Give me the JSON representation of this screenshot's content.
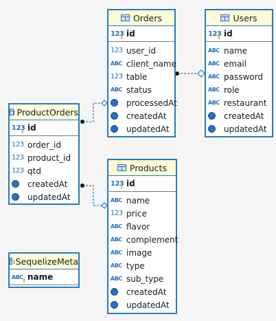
{
  "entities": {
    "orders": {
      "name": "Orders",
      "pk": {
        "name": "id",
        "type": "key"
      },
      "fields": [
        {
          "name": "user_id",
          "type": "number"
        },
        {
          "name": "client_name",
          "type": "string"
        },
        {
          "name": "table",
          "type": "number"
        },
        {
          "name": "status",
          "type": "string"
        },
        {
          "name": "processedAt",
          "type": "date"
        },
        {
          "name": "createdAt",
          "type": "date"
        },
        {
          "name": "updatedAt",
          "type": "date"
        }
      ]
    },
    "users": {
      "name": "Users",
      "pk": {
        "name": "id",
        "type": "key"
      },
      "fields": [
        {
          "name": "name",
          "type": "string"
        },
        {
          "name": "email",
          "type": "string"
        },
        {
          "name": "password",
          "type": "string"
        },
        {
          "name": "role",
          "type": "string"
        },
        {
          "name": "restaurant",
          "type": "string"
        },
        {
          "name": "createdAt",
          "type": "date"
        },
        {
          "name": "updatedAt",
          "type": "date"
        }
      ]
    },
    "productorders": {
      "name": "ProductOrders",
      "pk": {
        "name": "id",
        "type": "key"
      },
      "fields": [
        {
          "name": "order_id",
          "type": "number"
        },
        {
          "name": "product_id",
          "type": "number"
        },
        {
          "name": "qtd",
          "type": "number"
        },
        {
          "name": "createdAt",
          "type": "date"
        },
        {
          "name": "updatedAt",
          "type": "date"
        }
      ]
    },
    "products": {
      "name": "Products",
      "pk": {
        "name": "id",
        "type": "key"
      },
      "fields": [
        {
          "name": "name",
          "type": "string"
        },
        {
          "name": "price",
          "type": "number"
        },
        {
          "name": "flavor",
          "type": "string"
        },
        {
          "name": "complement",
          "type": "string"
        },
        {
          "name": "image",
          "type": "string"
        },
        {
          "name": "type",
          "type": "string"
        },
        {
          "name": "sub_type",
          "type": "string"
        },
        {
          "name": "createdAt",
          "type": "date"
        },
        {
          "name": "updatedAt",
          "type": "date"
        }
      ]
    },
    "sequelizemeta": {
      "name": "SequelizeMeta",
      "pk": {
        "name": "name",
        "type": "strkey"
      },
      "fields": []
    }
  },
  "relations": [
    {
      "from": "orders",
      "to": "users"
    },
    {
      "from": "productorders",
      "to": "orders"
    },
    {
      "from": "productorders",
      "to": "products"
    }
  ],
  "colors": {
    "border": "#2a7ab8",
    "header": "#fdfbd8",
    "line": "#2a7ab8",
    "background": "#f5f5f5"
  }
}
